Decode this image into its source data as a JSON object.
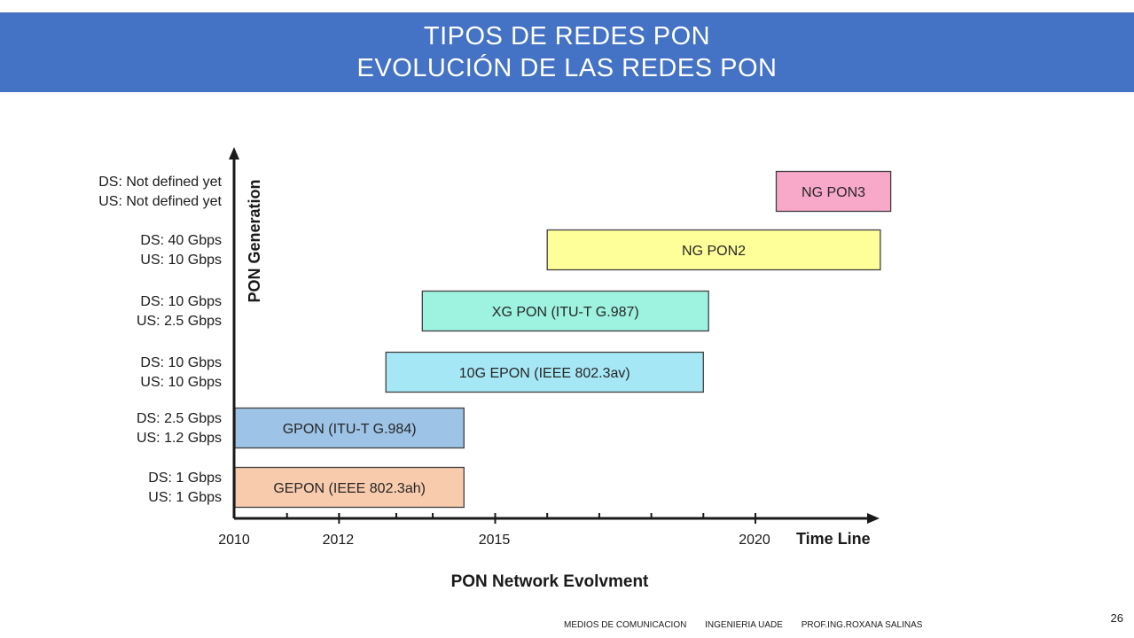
{
  "header": {
    "title_line1": "TIPOS DE REDES PON",
    "title_line2": "EVOLUCIÓN DE LAS REDES PON",
    "background": "#4472c4"
  },
  "chart_data": {
    "type": "timeline-bar",
    "caption": "PON Network Evolvment",
    "xlabel": "Time Line",
    "ylabel": "PON Generation",
    "x_ticks": [
      2010,
      2012,
      2015,
      2020
    ],
    "xlim": [
      2010,
      2022.4
    ],
    "minor_tick_years": [
      2011,
      2012,
      2013.1,
      2013.8,
      2015,
      2016,
      2017,
      2018,
      2019,
      2020
    ],
    "grid": false,
    "rows": [
      {
        "ds": "DS: 1 Gbps",
        "us": "US: 1 Gbps"
      },
      {
        "ds": "DS: 2.5 Gbps",
        "us": "US: 1.2 Gbps"
      },
      {
        "ds": "DS: 10 Gbps",
        "us": "US: 10 Gbps"
      },
      {
        "ds": "DS: 10 Gbps",
        "us": "US: 2.5 Gbps"
      },
      {
        "ds": "DS: 40 Gbps",
        "us": "US: 10 Gbps"
      },
      {
        "ds": "DS: Not defined yet",
        "us": "US: Not defined yet"
      }
    ],
    "bars": [
      {
        "label": "GEPON (IEEE 802.3ah)",
        "row": 0,
        "start": 2010,
        "end": 2014.4,
        "color": "#f8cbad"
      },
      {
        "label": "GPON (ITU-T G.984)",
        "row": 1,
        "start": 2010,
        "end": 2014.4,
        "color": "#9dc3e6"
      },
      {
        "label": "10G EPON (IEEE 802.3av)",
        "row": 2,
        "start": 2012.9,
        "end": 2019,
        "color": "#a6e7f5"
      },
      {
        "label": "XG PON (ITU-T G.987)",
        "row": 3,
        "start": 2013.6,
        "end": 2019.1,
        "color": "#9ef2e0"
      },
      {
        "label": "NG PON2",
        "row": 4,
        "start": 2016,
        "end": 2022.4,
        "color": "#ffff99"
      },
      {
        "label": "NG PON3",
        "row": 5,
        "start": 2020.4,
        "end": 2022.6,
        "color": "#f8a8c8"
      }
    ]
  },
  "footer": {
    "course": "MEDIOS DE COMUNICACION",
    "school": "INGENIERIA  UADE",
    "professor": "PROF.ING.ROXANA SALINAS",
    "page_number": "26"
  }
}
